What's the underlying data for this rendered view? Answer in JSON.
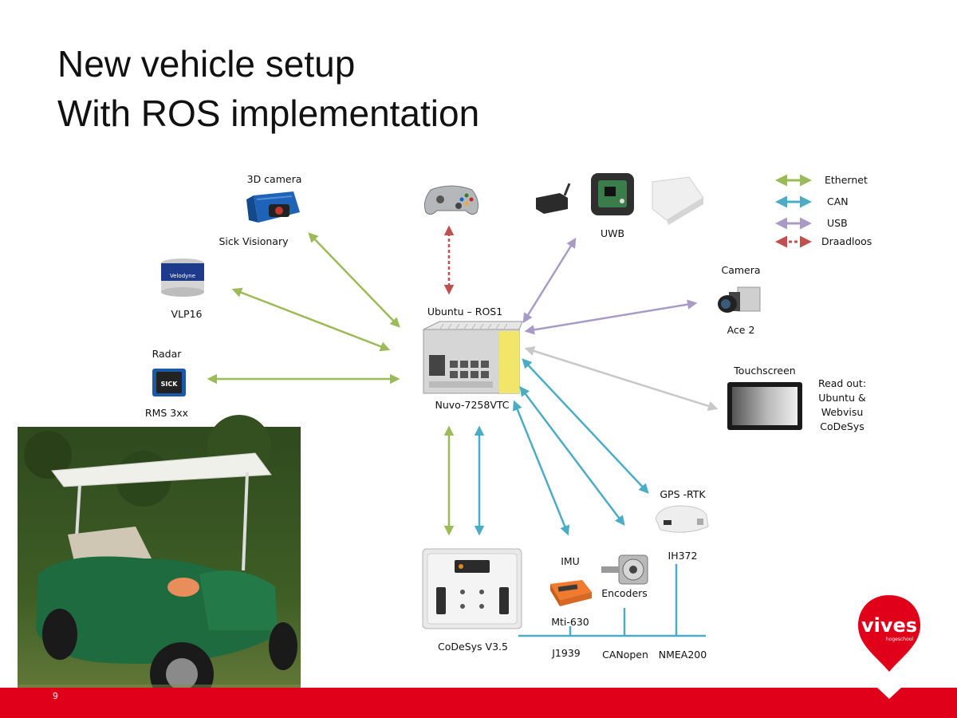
{
  "slide": {
    "title_line1": "New vehicle setup",
    "title_line2": "With ROS implementation",
    "page_number": "9"
  },
  "legend": [
    {
      "label": "Ethernet",
      "color": "#9bbb59"
    },
    {
      "label": "CAN",
      "color": "#4bacc6"
    },
    {
      "label": "USB",
      "color": "#a99bc7"
    },
    {
      "label": "Draadloos",
      "color": "#c0504d"
    }
  ],
  "devices": {
    "sick_visionary": {
      "caption": "3D camera",
      "name": "Sick Visionary"
    },
    "vlp16": {
      "name": "VLP16",
      "logo_text": "Velodyne"
    },
    "radar": {
      "caption": "Radar",
      "name": "RMS 3xx",
      "logo_text": "SICK"
    },
    "ubuntu": {
      "caption": "Ubuntu – ROS1",
      "name": "Nuvo-7258VTC"
    },
    "uwb": {
      "name": "UWB"
    },
    "camera": {
      "caption": "Camera",
      "name": "Ace 2"
    },
    "touchscreen": {
      "caption": "Touchscreen",
      "readout_lines": [
        "Read out:",
        "Ubuntu &",
        "Webvisu",
        "CoDeSys"
      ]
    },
    "gps": {
      "caption": "GPS -RTK",
      "name": "IH372"
    },
    "imu": {
      "caption": "IMU",
      "name": "Mti-630"
    },
    "encoders": {
      "name": "Encoders"
    },
    "codesys": {
      "name": "CoDeSys V3.5"
    }
  },
  "bus_labels": [
    "J1939",
    "CANopen",
    "NMEA200"
  ],
  "brand": {
    "name": "vives",
    "sub": "hogeschool",
    "color": "#e1001a"
  }
}
